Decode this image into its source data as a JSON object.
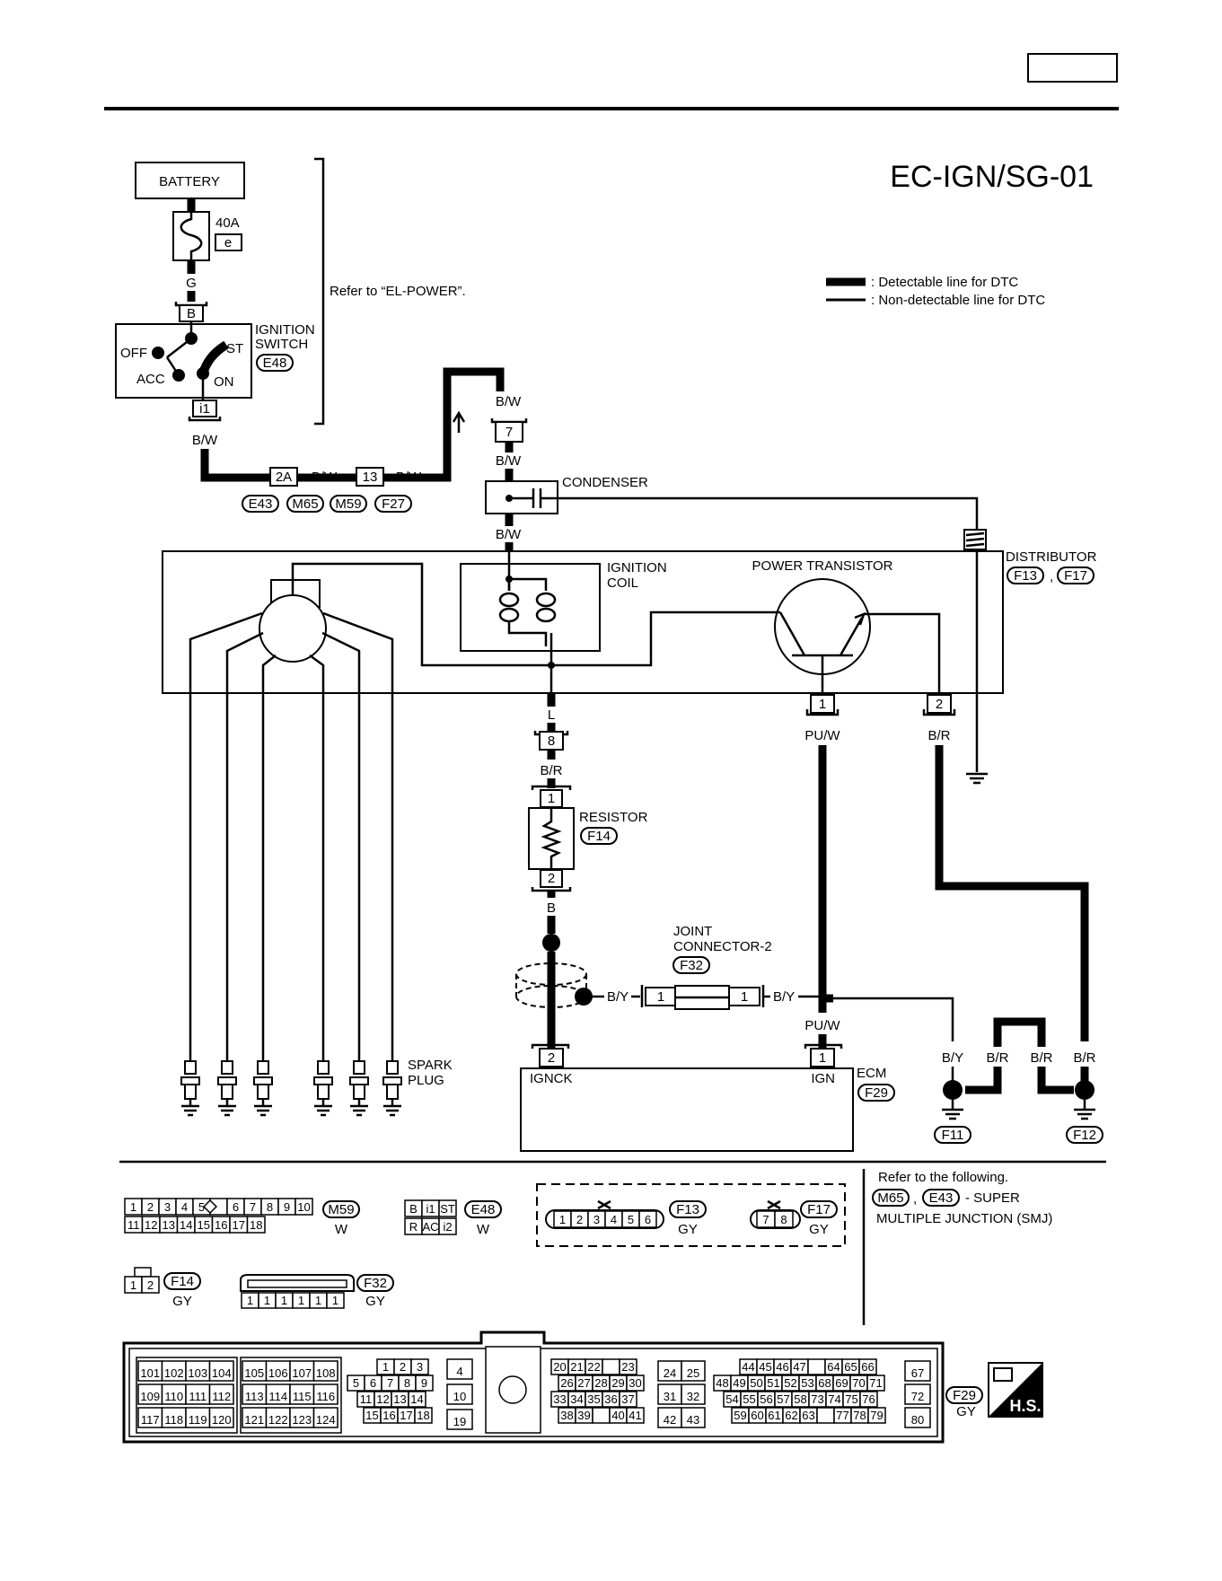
{
  "header": {
    "diagram_id": "EC-IGN/SG-01",
    "page_box_text": ""
  },
  "legend": {
    "detectable": ": Detectable line for DTC",
    "non_detectable": ": Non-detectable line for DTC"
  },
  "battery": {
    "label": "BATTERY",
    "fuse_rating": "40A",
    "fuse_id": "e",
    "wire": "G"
  },
  "ignition_switch": {
    "label_line1": "IGNITION",
    "label_line2": "SWITCH",
    "connector": "E48",
    "pin_top": "B",
    "pin_bottom": "i1",
    "pos_off": "OFF",
    "pos_acc": "ACC",
    "pos_on": "ON",
    "pos_st": "ST",
    "refer": "Refer to “EL-POWER”."
  },
  "wires": {
    "bw": "B/W",
    "l": "L",
    "br": "B/R",
    "b": "B",
    "by": "B/Y",
    "puw": "PU/W"
  },
  "connectors": {
    "c2a": "2A",
    "c13": "13",
    "c7": "7",
    "c8": "8",
    "c1": "1",
    "c2": "2",
    "e43": "E43",
    "m65": "M65",
    "m59": "M59",
    "f27": "F27"
  },
  "condenser": {
    "label": "CONDENSER"
  },
  "distributor": {
    "label": "DISTRIBUTOR",
    "conn_a": "F13",
    "conn_b": "F17",
    "sep": ","
  },
  "ignition_coil": {
    "line1": "IGNITION",
    "line2": "COIL"
  },
  "power_transistor": {
    "label": "POWER TRANSISTOR"
  },
  "resistor": {
    "label": "RESISTOR",
    "connector": "F14"
  },
  "joint_connector": {
    "line1": "JOINT",
    "line2": "CONNECTOR-2",
    "connector": "F32"
  },
  "spark_plug": {
    "line1": "SPARK",
    "line2": "PLUG"
  },
  "ecm": {
    "label": "ECM",
    "connector": "F29",
    "pin_ignck": "IGNCK",
    "pin_ign": "IGN"
  },
  "grounds": {
    "f11": "F11",
    "f12": "F12"
  },
  "connector_views": {
    "m59": {
      "id": "M59",
      "color": "W",
      "row1": [
        "1",
        "2",
        "3",
        "4",
        "5",
        "",
        "6",
        "7",
        "8",
        "9",
        "10"
      ],
      "row2": [
        "11",
        "12",
        "13",
        "14",
        "15",
        "16",
        "17",
        "18"
      ]
    },
    "e48": {
      "id": "E48",
      "color": "W",
      "row1": [
        "B",
        "i1",
        "ST"
      ],
      "row2": [
        "R",
        "AC",
        "i2"
      ]
    },
    "f13": {
      "id": "F13",
      "color": "GY",
      "pins": [
        "1",
        "2",
        "3",
        "4",
        "5",
        "6"
      ]
    },
    "f17": {
      "id": "F17",
      "color": "GY",
      "pins": [
        "7",
        "8"
      ]
    },
    "f14": {
      "id": "F14",
      "color": "GY",
      "pins": [
        "1",
        "2"
      ]
    },
    "f32": {
      "id": "F32",
      "color": "GY",
      "pins": [
        "1",
        "1",
        "1",
        "1",
        "1",
        "1"
      ]
    },
    "f29": {
      "id": "F29",
      "color": "GY",
      "g1": [
        [
          "101",
          "102",
          "103",
          "104"
        ],
        [
          "109",
          "110",
          "111",
          "112"
        ],
        [
          "117",
          "118",
          "119",
          "120"
        ]
      ],
      "g2": [
        [
          "105",
          "106",
          "107",
          "108"
        ],
        [
          "113",
          "114",
          "115",
          "116"
        ],
        [
          "121",
          "122",
          "123",
          "124"
        ]
      ],
      "g3r1": [
        "1",
        "2",
        "3"
      ],
      "g3r2": [
        "5",
        "6",
        "7",
        "8",
        "9"
      ],
      "g3r3": [
        "11",
        "12",
        "13",
        "14"
      ],
      "g3r4": [
        "15",
        "16",
        "17",
        "18"
      ],
      "g4": [
        "4",
        "10",
        "19"
      ],
      "g5r1": [
        "20",
        "21",
        "22",
        "",
        "23"
      ],
      "g5r2": [
        "26",
        "27",
        "28",
        "29",
        "30"
      ],
      "g5r3": [
        "33",
        "34",
        "35",
        "36",
        "37"
      ],
      "g5r4": [
        "38",
        "39",
        "",
        "40",
        "41"
      ],
      "g6": [
        [
          "24",
          "25"
        ],
        [
          "31",
          "32"
        ],
        [
          "42",
          "43"
        ]
      ],
      "g7r1": [
        "44",
        "45",
        "46",
        "47",
        "",
        "64",
        "65",
        "66"
      ],
      "g7r2": [
        "48",
        "49",
        "50",
        "51",
        "52",
        "53",
        "68",
        "69",
        "70",
        "71"
      ],
      "g7r3": [
        "54",
        "55",
        "56",
        "57",
        "58",
        "73",
        "74",
        "75",
        "76"
      ],
      "g7r4": [
        "59",
        "60",
        "61",
        "62",
        "63",
        "",
        "77",
        "78",
        "79"
      ],
      "g8": [
        "67",
        "72",
        "80"
      ]
    }
  },
  "smj_note": {
    "line1": "Refer to the following.",
    "conn_a": "M65",
    "conn_b": "E43",
    "sep": ",",
    "text": "- SUPER",
    "line3": "MULTIPLE JUNCTION (SMJ)"
  },
  "hs_badge": "H.S."
}
